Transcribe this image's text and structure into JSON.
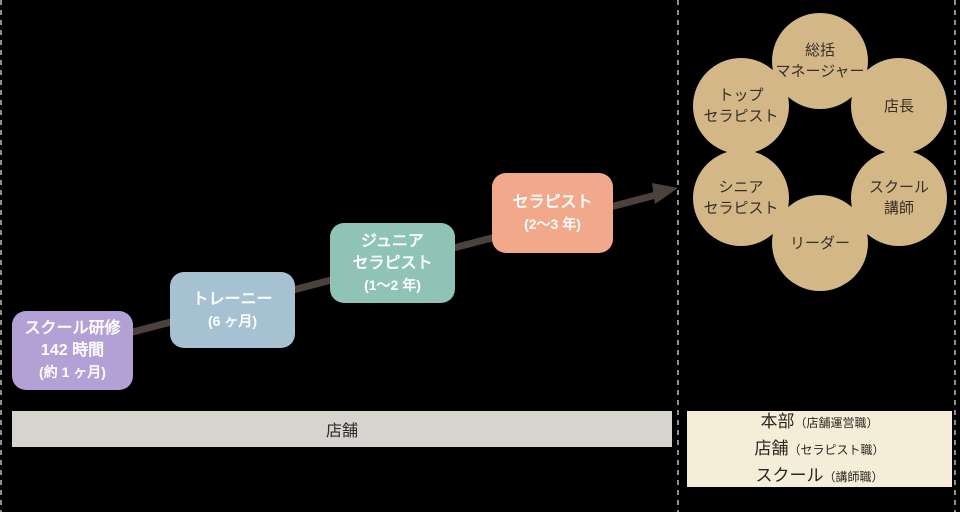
{
  "diagram_title": "career-path-diagram",
  "colors": {
    "background": "#000000",
    "divider": "#8f8f8f",
    "arrow": "#4c423b",
    "step_school": "#b3a0d4",
    "step_trainee": "#a5c1d2",
    "step_junior": "#8fc3b6",
    "step_therapist": "#f2a88b",
    "role_circle": "#d3b787",
    "store_bar": "#d7d4d0",
    "hq_box": "#f6edd9",
    "box_text": "#ffffff",
    "dark_text": "#2b2b2b"
  },
  "steps": [
    {
      "name": "school-training",
      "lines": [
        "スクール研修",
        "142 時間",
        "(約 1 ヶ月)"
      ]
    },
    {
      "name": "trainee",
      "lines": [
        "トレーニー",
        "(6 ヶ月)"
      ]
    },
    {
      "name": "junior-therapist",
      "lines": [
        "ジュニア",
        "セラピスト",
        "(1〜2 年)"
      ]
    },
    {
      "name": "therapist",
      "lines": [
        "セラピスト",
        "(2〜3 年)"
      ]
    }
  ],
  "roles": [
    {
      "name": "general-manager",
      "lines": [
        "総括",
        "マネージャー"
      ]
    },
    {
      "name": "store-manager",
      "lines": [
        "店長"
      ]
    },
    {
      "name": "school-instructor",
      "lines": [
        "スクール",
        "講師"
      ]
    },
    {
      "name": "leader",
      "lines": [
        "リーダー"
      ]
    },
    {
      "name": "senior-therapist",
      "lines": [
        "シニア",
        "セラピスト"
      ]
    },
    {
      "name": "top-therapist",
      "lines": [
        "トップ",
        "セラピスト"
      ]
    }
  ],
  "bottom": {
    "store_label": "店舗",
    "tracks": [
      {
        "main": "本部",
        "sub": "（店舗運営職）"
      },
      {
        "main": "店舗",
        "sub": "（セラピスト職）"
      },
      {
        "main": "スクール",
        "sub": "（講師職）"
      }
    ]
  }
}
